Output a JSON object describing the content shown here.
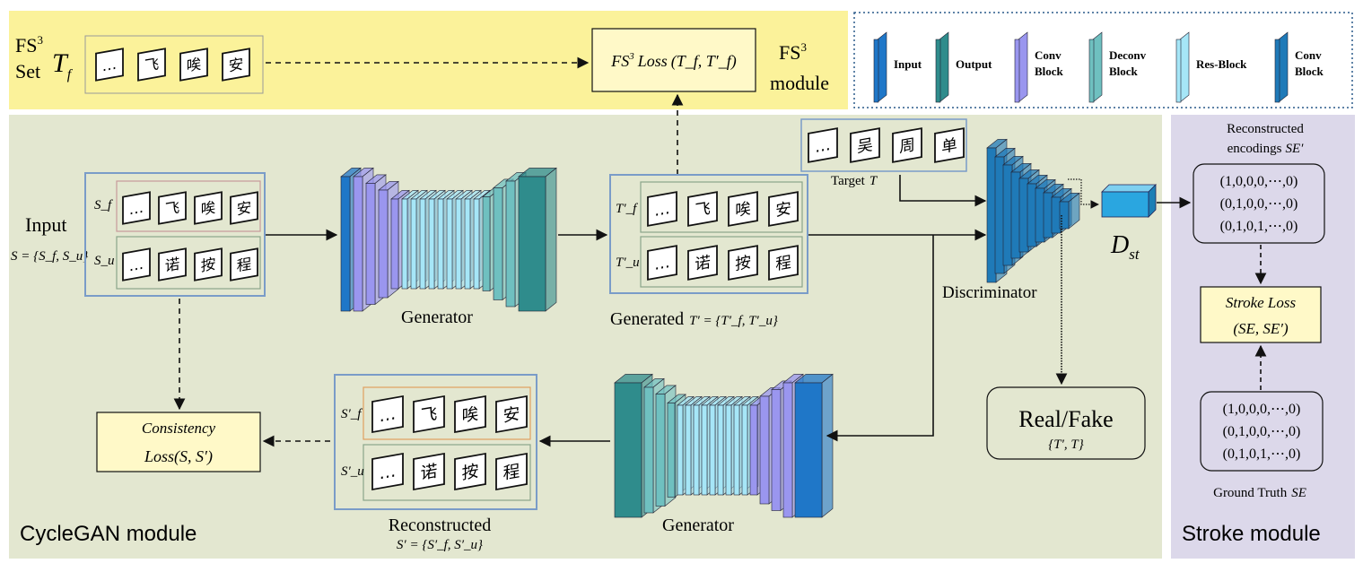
{
  "colors": {
    "fs3_bg": "#fbf29a",
    "cycle_bg": "#e3e7d0",
    "stroke_bg": "#dcd8ea",
    "loss_box": "#fff9c8",
    "input_block": "#1f77c8",
    "output_block": "#2f8c8c",
    "conv_block": "#9a96ef",
    "deconv_block": "#6fc0c0",
    "res_block": "#a6e6f7",
    "conv_block2": "#1f7ab8",
    "d_st": "#2aa6e0",
    "frame_blue": "#7a9cc8",
    "frame_green": "#8aa58a",
    "frame_pink": "#c79a9a",
    "frame_orange": "#e0a060"
  },
  "legend": {
    "items": [
      {
        "label": "Input",
        "icon": "input-block-icon"
      },
      {
        "label": "Output",
        "icon": "output-block-icon"
      },
      {
        "label": "Conv Block",
        "icon": "conv-block-icon"
      },
      {
        "label": "Deconv Block",
        "icon": "deconv-block-icon"
      },
      {
        "label": "Res-Block",
        "icon": "res-block-icon"
      },
      {
        "label": "Conv Block",
        "icon": "conv-block-2-icon"
      }
    ]
  },
  "fs3": {
    "set_label_line1": "FS",
    "set_label_sup": "3",
    "set_label_line2": "Set",
    "set_var": "T",
    "set_var_sub": "f",
    "set_chars": [
      "…",
      "飞",
      "唉",
      "安"
    ],
    "loss_fs": "FS",
    "loss_sup": "3",
    "loss_text": "Loss",
    "loss_args": "(T_f, T′_f)",
    "module_line1": "FS",
    "module_sup": "3",
    "module_line2": "module"
  },
  "cyclegan": {
    "module_label": "CycleGAN module",
    "input_label": "Input",
    "input_formula": "S = {S_f, S_u}",
    "sf_label": "S_f",
    "su_label": "S_u",
    "sf_chars": [
      "…",
      "飞",
      "唉",
      "安"
    ],
    "su_chars": [
      "…",
      "诺",
      "按",
      "程"
    ],
    "generator_label_top": "Generator",
    "generator_label_bottom": "Generator",
    "generated_label": "Generated",
    "generated_formula": "T′ = {T′_f, T′_u}",
    "tf_label": "T′_f",
    "tu_label": "T′_u",
    "tf_chars": [
      "…",
      "飞",
      "唉",
      "安"
    ],
    "tu_chars": [
      "…",
      "诺",
      "按",
      "程"
    ],
    "target_label": "Target",
    "target_var": "T",
    "target_chars": [
      "…",
      "吴",
      "周",
      "单"
    ],
    "discriminator_label": "Discriminator",
    "realfake_label": "Real/Fake",
    "realfake_formula": "{T′, T}",
    "consistency_line1": "Consistency",
    "consistency_line2": "Loss(S, S′)",
    "reconstructed_label": "Reconstructed",
    "reconstructed_formula": "S′ = {S′_f, S′_u}",
    "rf_label": "S′_f",
    "ru_label": "S′_u",
    "rf_chars": [
      "…",
      "飞",
      "唉",
      "安"
    ],
    "ru_chars": [
      "…",
      "诺",
      "按",
      "程"
    ]
  },
  "stroke": {
    "module_label": "Stroke module",
    "d_st_label": "D",
    "d_st_sub": "st",
    "recon_label_line1": "Reconstructed",
    "recon_label_line2": "encodings",
    "recon_var": "SE′",
    "encodings_pred": [
      "(1,0,0,0,⋯,0)",
      "(0,1,0,0,⋯,0)",
      "(0,1,0,1,⋯,0)"
    ],
    "stroke_loss_line1": "Stroke Loss",
    "stroke_loss_line2": "(SE, SE′)",
    "encodings_gt": [
      "(1,0,0,0,⋯,0)",
      "(0,1,0,0,⋯,0)",
      "(0,1,0,1,⋯,0)"
    ],
    "gt_label": "Ground Truth",
    "gt_var": "SE"
  }
}
